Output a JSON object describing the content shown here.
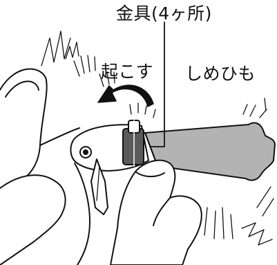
{
  "labels": {
    "fitting": "金具(4ヶ所)",
    "raise": "起こす",
    "strap": "しめひも"
  },
  "colors": {
    "ink": "#111111",
    "strap_fill": "#b3b3b3",
    "buckle_fill": "#5a5a5a",
    "background": "#ffffff"
  },
  "icons": [
    "curved-arrow-icon"
  ]
}
